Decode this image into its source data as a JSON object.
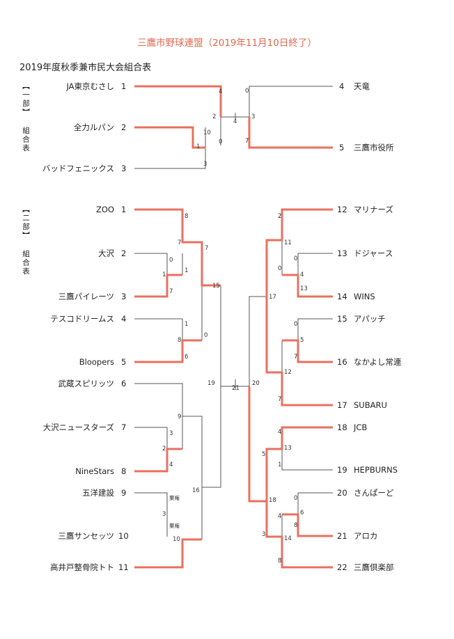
{
  "header": {
    "title": "三鷹市野球連盟（2019年11月10日終了）",
    "subtitle": "2019年度秋季兼市民大会組合表"
  },
  "division1": {
    "label": "【一部】 組合表",
    "teams": [
      {
        "seed": "1",
        "name": "JA東京むさし"
      },
      {
        "seed": "2",
        "name": "全力ルパン"
      },
      {
        "seed": "3",
        "name": "バッドフェニックス"
      },
      {
        "seed": "4",
        "name": "天竜"
      },
      {
        "seed": "5",
        "name": "三鷹市役所"
      }
    ],
    "scores": [
      "4",
      "2",
      "10",
      "1",
      "0",
      "3",
      "4",
      "0",
      "3",
      "7"
    ]
  },
  "division2": {
    "label": "【二部】 組合表",
    "teams": [
      {
        "seed": "1",
        "name": "ZOO"
      },
      {
        "seed": "2",
        "name": "大沢"
      },
      {
        "seed": "3",
        "name": "三鷹パイレーツ"
      },
      {
        "seed": "4",
        "name": "テスコドリームス"
      },
      {
        "seed": "5",
        "name": "Bloopers"
      },
      {
        "seed": "6",
        "name": "武蔵スピリッツ"
      },
      {
        "seed": "7",
        "name": "大沢ニュースターズ"
      },
      {
        "seed": "8",
        "name": "NineStars"
      },
      {
        "seed": "9",
        "name": "五洋建設"
      },
      {
        "seed": "10",
        "name": "三鷹サンセッツ"
      },
      {
        "seed": "11",
        "name": "高井戸整骨院トト"
      },
      {
        "seed": "12",
        "name": "マリナーズ"
      },
      {
        "seed": "13",
        "name": "ドジャース"
      },
      {
        "seed": "14",
        "name": "WINS"
      },
      {
        "seed": "15",
        "name": "アパッチ"
      },
      {
        "seed": "16",
        "name": "なかよし常連"
      },
      {
        "seed": "17",
        "name": "SUBARU"
      },
      {
        "seed": "18",
        "name": "JCB"
      },
      {
        "seed": "19",
        "name": "HEPBURNS"
      },
      {
        "seed": "20",
        "name": "さんぱーど"
      },
      {
        "seed": "21",
        "name": "アロカ"
      },
      {
        "seed": "22",
        "name": "三鷹倶楽部"
      }
    ],
    "scores": [
      "8",
      "7",
      "0",
      "1",
      "1",
      "7",
      "7",
      "15",
      "1",
      "8",
      "6",
      "0",
      "9",
      "3",
      "2",
      "4",
      "棄権",
      "3",
      "棄権",
      "10",
      "16",
      "19",
      "21",
      "20",
      "2",
      "11",
      "0",
      "4",
      "13",
      "17",
      "0",
      "5",
      "7",
      "0",
      "12",
      "7",
      "4",
      "13",
      "1",
      "5",
      "18",
      "0",
      "6",
      "8",
      "4",
      "14",
      "3",
      "8"
    ]
  },
  "colors": {
    "winner": "#e8705f",
    "line": "#555555",
    "title": "#e06850"
  }
}
